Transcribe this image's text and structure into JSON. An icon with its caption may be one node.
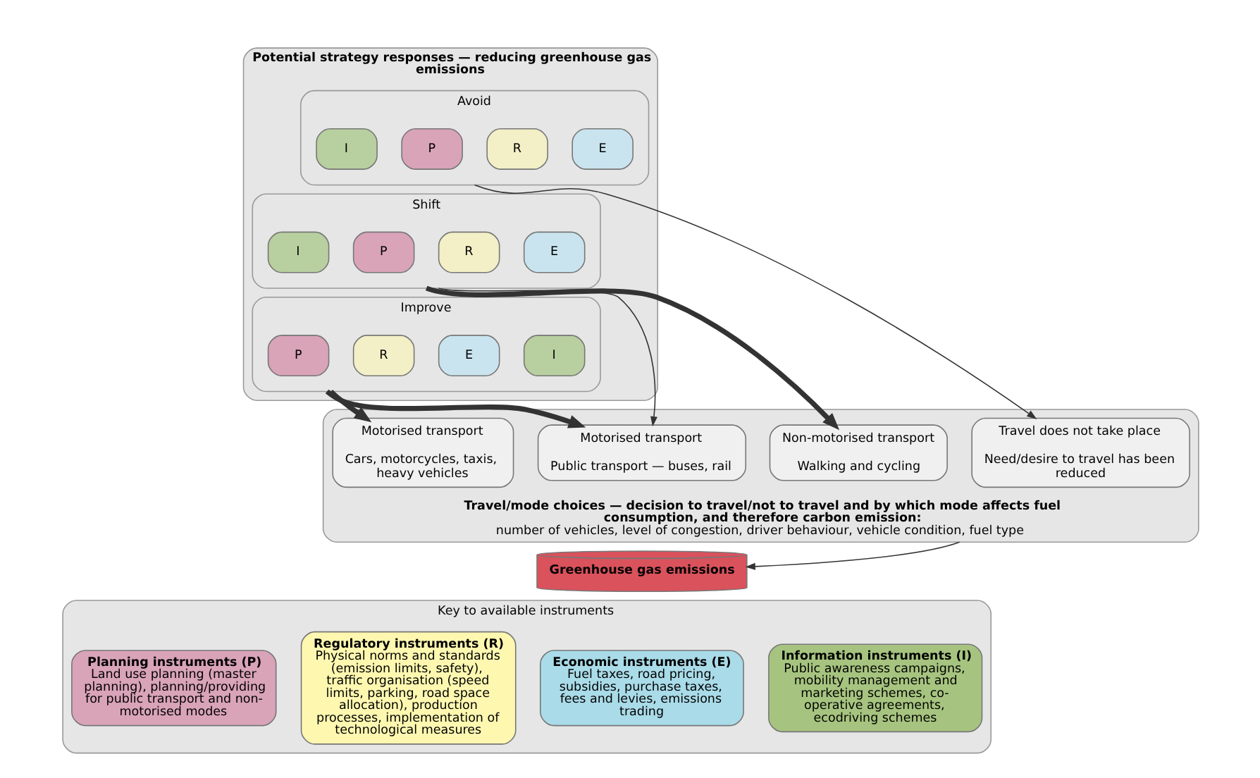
{
  "diagram": {
    "nodes": [
      {
        "text": [
          "Potential strategy responses — reducing greenhouse gas emissions"
        ]
      },
      {
        "text": [
          "Avoid"
        ],
        "in": 0
      },
      {
        "text": [
          "P"
        ],
        "in": 1
      },
      {
        "text": [
          "R"
        ],
        "in": 1
      },
      {
        "text": [
          "E"
        ],
        "in": 1
      },
      {
        "text": [
          "I"
        ],
        "in": 1
      },
      {
        "text": [
          "Shift"
        ],
        "in": 0
      },
      {
        "text": [
          "P"
        ],
        "in": 6
      },
      {
        "text": [
          "R"
        ],
        "in": 6
      },
      {
        "text": [
          "E"
        ],
        "in": 6
      },
      {
        "text": [
          "I"
        ],
        "in": 6
      },
      {
        "text": [
          "Improve"
        ],
        "in": 0
      },
      {
        "text": [
          "P"
        ],
        "in": 11
      },
      {
        "text": [
          "R"
        ],
        "in": 11
      },
      {
        "text": [
          "E"
        ],
        "in": 11
      },
      {
        "text": [
          "I"
        ],
        "in": 11
      },
      {
        "text": [
          "Travel/mode choices — decision to travel/not to travel and by which mode affects fuel consumption, and therefore carbon emission:",
          "number of vehicles, level of congestion, driver behaviour, vehicle condition, fuel type"
        ]
      },
      {
        "text": [
          "Travel does not take place",
          "Need/desire to travel has been reduced"
        ],
        "in": 16
      },
      {
        "text": [
          "Non-motorised transport",
          "Walking and cycling"
        ],
        "in": 16
      },
      {
        "text": [
          "Motorised transport",
          "Public transport — buses, rail"
        ],
        "in": 16
      },
      {
        "text": [
          "Motorised transport",
          "Cars, motorcycles, taxis, heavy vehicles"
        ],
        "in": 16
      },
      {
        "text": [
          "Greenhouse gas emissions"
        ]
      },
      {
        "text": [
          "Key to available instruments"
        ]
      },
      {
        "text": [
          "Planning instruments (P)",
          "Land use planning (master planning), planning/providing for public transport and non-motorised modes"
        ],
        "in": 22
      },
      {
        "text": [
          "Regulatory instruments (R)",
          "Physical norms and standards (emission limits, safety), traffic organisation (speed limits, parking, road space allocation), production processes, implementation of technological measures"
        ],
        "in": 22
      },
      {
        "text": [
          "Economic instruments (E)",
          "Fuel taxes, road pricing, subsidies, purchase taxes, fees and levies, emissions trading"
        ],
        "in": 22
      },
      {
        "text": [
          "Information instruments (I)",
          "Public awareness campaigns, mobility management and marketing schemes, co-operative agreements, ecodriving schemes"
        ],
        "in": 22
      }
    ],
    "edges": [
      {
        "from": 1,
        "to": 17,
        "arrow": "to"
      },
      {
        "from": 6,
        "to": 18,
        "arrow": "to",
        "style": "thick"
      },
      {
        "from": 6,
        "to": 19,
        "arrow": "to"
      },
      {
        "from": 11,
        "to": 19,
        "arrow": "to",
        "style": "thick"
      },
      {
        "from": 11,
        "to": 20,
        "arrow": "to",
        "style": "thick"
      },
      {
        "from": 16,
        "to": 21,
        "arrow": "to"
      }
    ]
  }
}
